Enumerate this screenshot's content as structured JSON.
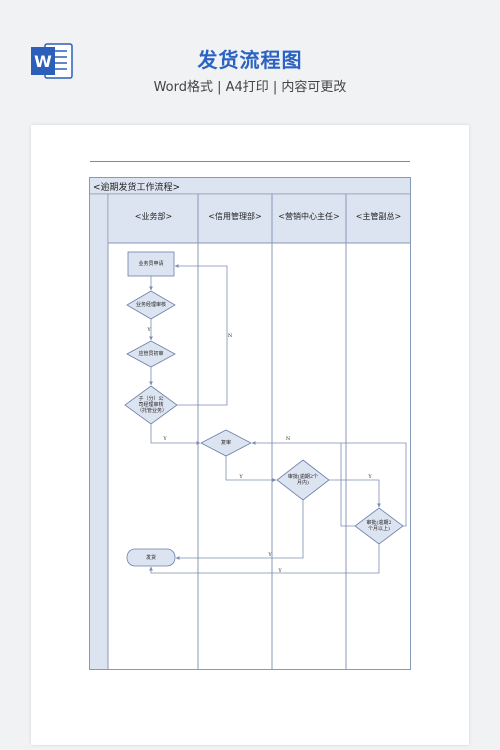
{
  "header": {
    "app_icon": "word-icon",
    "title": "发货流程图",
    "subtitle": "Word格式 | A4打印 | 内容可更改"
  },
  "flowchart": {
    "title": "<逾期发货工作流程>",
    "lanes": [
      "<业务部>",
      "<信用管理部>",
      "<营销中心主任>",
      "<主管副总>"
    ],
    "nodes": {
      "apply": "业务员申请",
      "manager": "业务经理审核",
      "finance": "应管员初审",
      "branch": "子（分）公司经理审核（托管业务）",
      "review": "复审",
      "center": "审批(逾期2个月内)",
      "vp": "审批(逾期2个月以上)",
      "ship": "发货"
    },
    "edge_labels": {
      "yes": "Y",
      "no": "N"
    }
  },
  "colors": {
    "accent": "#2c63c2",
    "header_fill": "#dde4f1",
    "border": "#8898b7",
    "node_fill": "#dde4f1",
    "node_stroke": "#6a7fa8",
    "line": "#7c8db4"
  }
}
